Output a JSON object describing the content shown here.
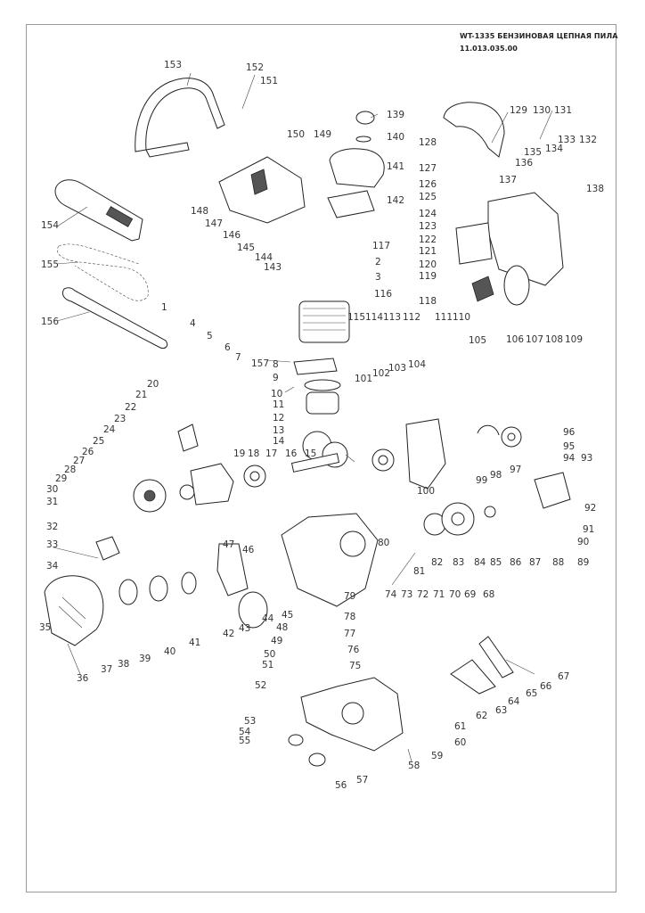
{
  "header": {
    "title": "WT-1335 БЕНЗИНОВАЯ ЦЕПНАЯ ПИЛА",
    "code": "11.013.035.00"
  },
  "callouts": [
    "1",
    "2",
    "3",
    "4",
    "5",
    "6",
    "7",
    "8",
    "9",
    "10",
    "11",
    "12",
    "13",
    "14",
    "15",
    "16",
    "17",
    "18",
    "19",
    "20",
    "21",
    "22",
    "23",
    "24",
    "25",
    "26",
    "27",
    "28",
    "29",
    "30",
    "31",
    "32",
    "33",
    "34",
    "35",
    "36",
    "37",
    "38",
    "39",
    "40",
    "41",
    "42",
    "43",
    "44",
    "45",
    "46",
    "47",
    "48",
    "49",
    "50",
    "51",
    "52",
    "53",
    "54",
    "55",
    "56",
    "57",
    "58",
    "59",
    "60",
    "61",
    "62",
    "63",
    "64",
    "65",
    "66",
    "67",
    "68",
    "69",
    "70",
    "71",
    "72",
    "73",
    "74",
    "75",
    "76",
    "77",
    "78",
    "79",
    "80",
    "81",
    "82",
    "83",
    "84",
    "85",
    "86",
    "87",
    "88",
    "89",
    "90",
    "91",
    "92",
    "93",
    "94",
    "95",
    "96",
    "97",
    "98",
    "99",
    "100",
    "101",
    "102",
    "103",
    "104",
    "105",
    "106",
    "107",
    "108",
    "109",
    "110",
    "111",
    "112",
    "113",
    "114",
    "115",
    "116",
    "117",
    "118",
    "119",
    "120",
    "121",
    "122",
    "123",
    "124",
    "125",
    "126",
    "127",
    "128",
    "129",
    "130",
    "131",
    "132",
    "133",
    "134",
    "135",
    "136",
    "137",
    "138",
    "139",
    "140",
    "141",
    "142",
    "143",
    "144",
    "145",
    "146",
    "147",
    "148",
    "149",
    "150",
    "151",
    "152",
    "153",
    "154",
    "155",
    "156",
    "157"
  ]
}
